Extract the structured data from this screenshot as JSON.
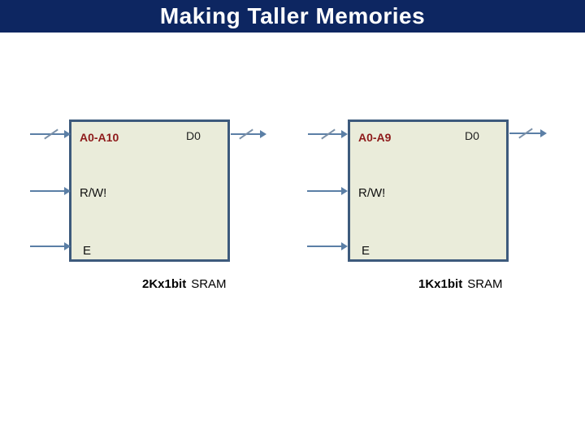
{
  "slide": {
    "title": "Making Taller Memories"
  },
  "colors": {
    "title_bar_bg": "#0d2661",
    "title_text": "#ffffff",
    "box_fill": "#eaecda",
    "box_border": "#3d5a7c",
    "wire": "#5b7fa6",
    "bus_slash": "#7b90a8",
    "address_label_text": "#8e1a1a",
    "pin_label_text": "#111111"
  },
  "blocks": [
    {
      "address_label": "A0-A10",
      "data_out_label": "D0",
      "rw_label": "R/W!",
      "enable_label": "E",
      "caption_size": "2Kx1bit",
      "caption_unit": "SRAM"
    },
    {
      "address_label": "A0-A9",
      "data_out_label": "D0",
      "rw_label": "R/W!",
      "enable_label": "E",
      "caption_size": "1Kx1bit",
      "caption_unit": "SRAM"
    }
  ]
}
